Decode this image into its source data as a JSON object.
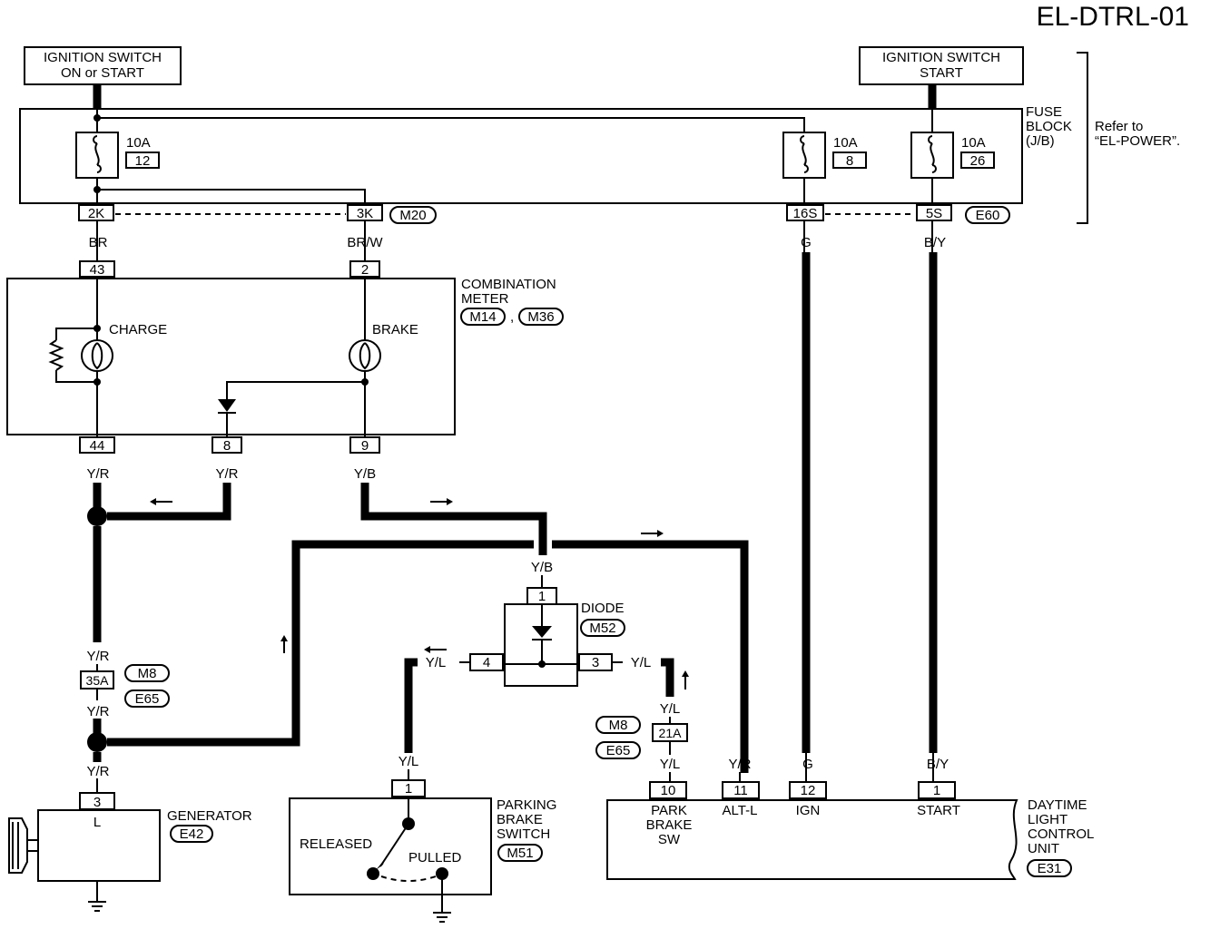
{
  "page_id": "EL-DTRL-01",
  "sources": {
    "ign_on_start_line1": "IGNITION SWITCH",
    "ign_on_start_line2": "ON or START",
    "ign_start_line1": "IGNITION SWITCH",
    "ign_start_line2": "START"
  },
  "fuse_block": {
    "label_line1": "FUSE",
    "label_line2": "BLOCK",
    "label_line3": "(J/B)",
    "refer_line1": "Refer to",
    "refer_line2": "“EL-POWER”.",
    "fuses": [
      {
        "rating": "10A",
        "number": "12"
      },
      {
        "rating": "10A",
        "number": "8"
      },
      {
        "rating": "10A",
        "number": "26"
      }
    ],
    "connectors": [
      "2K",
      "3K",
      "16S",
      "5S"
    ],
    "conn_ids": [
      "M20",
      "E60"
    ]
  },
  "wires": {
    "br": "BR",
    "brw": "BR/W",
    "g": "G",
    "by": "B/Y",
    "yr": "Y/R",
    "yb": "Y/B",
    "yl": "Y/L"
  },
  "combination_meter": {
    "label_line1": "COMBINATION",
    "label_line2": "METER",
    "conn_ids": [
      "M14",
      "M36"
    ],
    "conn_sep": ",",
    "charge": "CHARGE",
    "brake": "BRAKE",
    "pins": [
      "43",
      "2",
      "44",
      "8",
      "9"
    ]
  },
  "diode": {
    "label": "DIODE",
    "conn_id": "M52",
    "pins": [
      "1",
      "4",
      "3"
    ]
  },
  "joint": {
    "pin_left": "35A",
    "pin_right": "21A",
    "conn_ids": [
      "M8",
      "E65"
    ]
  },
  "generator": {
    "label": "GENERATOR",
    "conn_id": "E42",
    "pin": "3",
    "terminal": "L"
  },
  "parking_brake": {
    "label_line1": "PARKING",
    "label_line2": "BRAKE",
    "label_line3": "SWITCH",
    "conn_id": "M51",
    "pin": "1",
    "released": "RELEASED",
    "pulled": "PULLED"
  },
  "control_unit": {
    "label_line1": "DAYTIME",
    "label_line2": "LIGHT",
    "label_line3": "CONTROL",
    "label_line4": "UNIT",
    "conn_id": "E31",
    "pins": [
      "10",
      "11",
      "12",
      "1"
    ],
    "term_park_line1": "PARK",
    "term_park_line2": "BRAKE",
    "term_park_line3": "SW",
    "term_alt": "ALT-L",
    "term_ign": "IGN",
    "term_start": "START"
  }
}
